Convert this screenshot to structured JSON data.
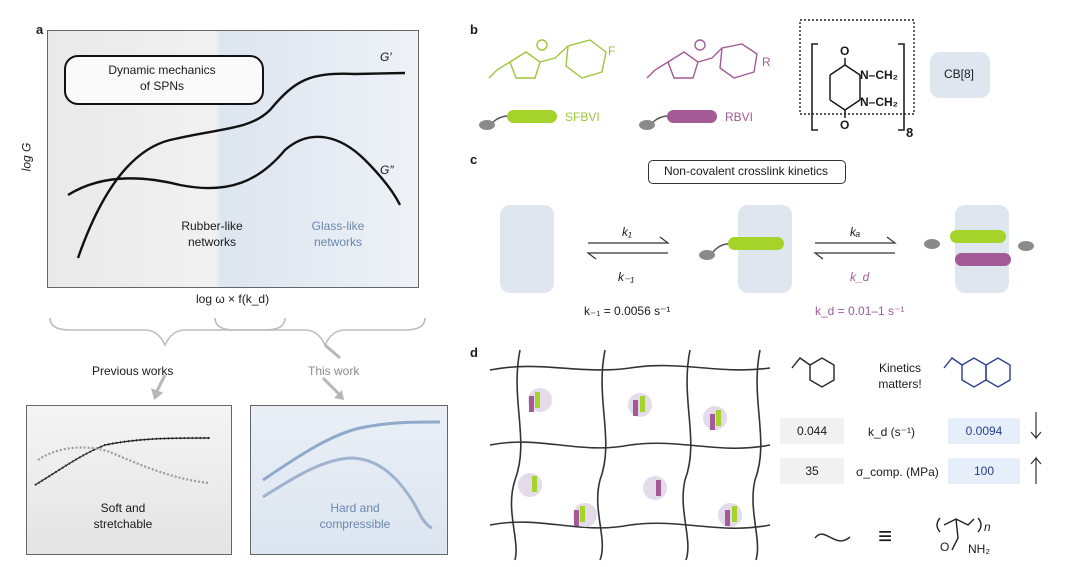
{
  "panels": {
    "a": "a",
    "b": "b",
    "c": "c",
    "d": "d"
  },
  "a": {
    "callout": "Dynamic mechanics\nof SPNs",
    "y_axis": "log G",
    "x_axis": "log ω × f(k_d)",
    "curve_g1": "G′",
    "curve_g2": "G″",
    "region_rubber": "Rubber-like\nnetworks",
    "region_glass": "Glass-like\nnetworks",
    "previous": "Previous works",
    "this_work": "This work",
    "soft": "Soft and\nstretchable",
    "hard": "Hard and\ncompressible"
  },
  "b": {
    "sfbvi": "SFBVI",
    "rbvi": "RBVI",
    "cb8": "CB[8]",
    "subscript_8": "8",
    "r_group": "R",
    "fluorine": "F",
    "o_atom": "O",
    "n_atom": "N",
    "ch2": "N–CH₂"
  },
  "c": {
    "title": "Non-covalent crosslink kinetics",
    "k1": "k₁",
    "km1": "k₋₁",
    "ka": "kₐ",
    "kd": "k_d",
    "km1_value": "k₋₁ = 0.0056 s⁻¹",
    "kd_value": "k_d = 0.01–1 s⁻¹"
  },
  "d": {
    "kinetics": "Kinetics\nmatters!",
    "kd_label": "k_d (s⁻¹)",
    "sigma_label": "σ_comp. (MPa)",
    "kd_benzyl": "0.044",
    "kd_naph": "0.0094",
    "sigma_benzyl": "35",
    "sigma_naph": "100",
    "equiv": "≡",
    "n_sub": "n",
    "nh2": "NH₂",
    "o_atom": "O"
  },
  "colors": {
    "green": "#a6d32a",
    "purple": "#a25b96",
    "glass": "#dfe6ef",
    "blue_text": "#6a87b0",
    "grey_arrow": "#b7b7b7"
  }
}
